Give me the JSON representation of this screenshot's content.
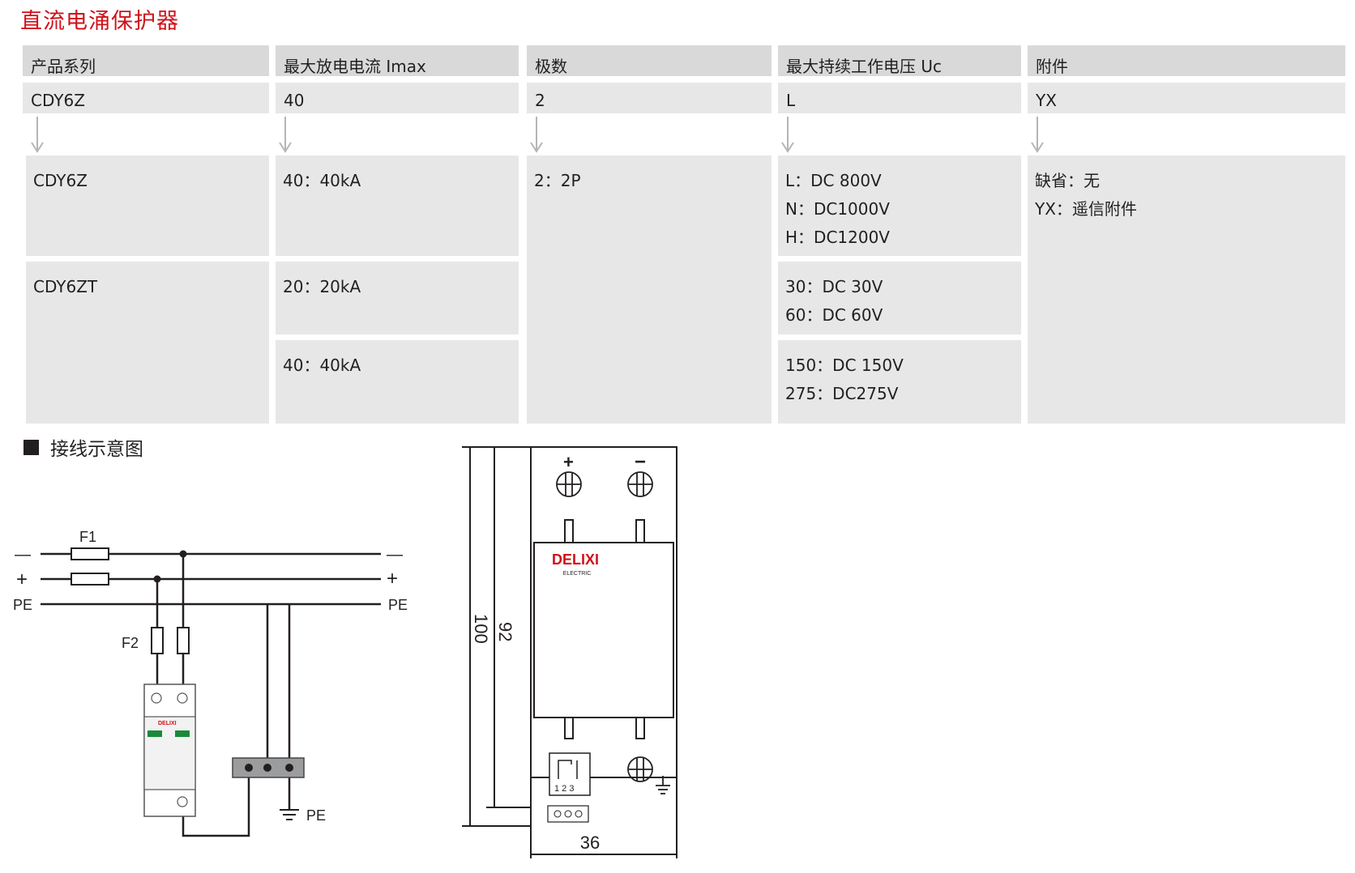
{
  "title": "直流电涌保护器",
  "headers": [
    "产品系列",
    "最大放电电流 Imax",
    "极数",
    "最大持续工作电压 Uc",
    "附件"
  ],
  "code_row": [
    "CDY6Z",
    "40",
    "2",
    "L",
    "YX"
  ],
  "options": {
    "series": [
      "CDY6Z",
      "CDY6ZT"
    ],
    "imax": [
      "40：40kA",
      "20：20kA",
      "40：40kA"
    ],
    "poles": [
      "2：2P"
    ],
    "uc_group1": [
      "L：DC 800V",
      "N：DC1000V",
      "H：DC1200V"
    ],
    "uc_group2": [
      "30：DC 30V",
      "60：DC 60V"
    ],
    "uc_group3": [
      "150：DC 150V",
      "275：DC275V"
    ],
    "accessory": [
      "缺省：无",
      "YX：遥信附件"
    ]
  },
  "wiring": {
    "title": "接线示意图",
    "line_minus": "—",
    "line_plus": "+",
    "line_pe": "PE",
    "fuse1": "F1",
    "fuse2": "F2",
    "ground_label": "PE"
  },
  "dimension": {
    "brand": "DELIXI",
    "brand_sub": "ELECTRIC",
    "height_outer": "100",
    "height_inner": "92",
    "width": "36",
    "terminal_plus": "+",
    "terminal_minus": "−",
    "remote_pins": "1 2 3"
  }
}
